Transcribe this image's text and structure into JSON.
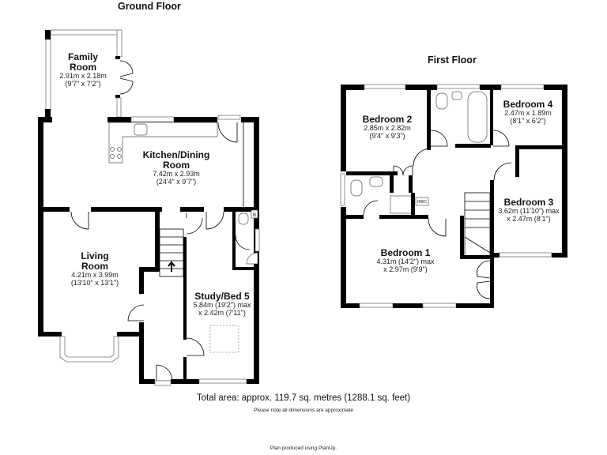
{
  "ground_floor": {
    "title": "Ground Floor",
    "rooms": [
      {
        "name": "Family Room",
        "dims": "2.91m x 2.18m",
        "imperial": "(9'7\" x 7'2\")"
      },
      {
        "name": "Kitchen/Dining Room",
        "dims": "7.42m x 2.93m",
        "imperial": "(24'4\" x 9'7\")"
      },
      {
        "name": "Living Room",
        "dims": "4.21m x 3.99m",
        "imperial": "(13'10\" x 13'1\")"
      },
      {
        "name": "Study/Bed 5",
        "dims": "5.84m (19'2\") max",
        "imperial": "x 2.42m (7'11\")"
      }
    ],
    "labels": {
      "family_l1": "Family",
      "family_l2": "Room",
      "kitchen_l1": "Kitchen/Dining",
      "kitchen_l2": "Room",
      "living_l1": "Living",
      "living_l2": "Room",
      "study_l1": "Study/Bed 5",
      "boiler": "B"
    }
  },
  "first_floor": {
    "title": "First Floor",
    "rooms": [
      {
        "name": "Bedroom 2",
        "dims": "2.85m x 2.82m",
        "imperial": "(9'4\" x 9'3\")"
      },
      {
        "name": "Bedroom 4",
        "dims": "2.47m x 1.89m",
        "imperial": "(8'1\" x 6'2\")"
      },
      {
        "name": "Bedroom 3",
        "dims": "3.62m (11'10\") max",
        "imperial": "x 2.47m (8'1\")"
      },
      {
        "name": "Bedroom 1",
        "dims": "4.31m (14'2\") max",
        "imperial": "x 2.97m (9'9\")"
      }
    ],
    "labels": {
      "hwc": "HWC"
    }
  },
  "footer": {
    "total_area": "Total area: approx. 119.7 sq. metres (1288.1 sq. feet)",
    "note": "Please note all dimensions are approximate",
    "credit": "Plan produced using PlanUp."
  }
}
